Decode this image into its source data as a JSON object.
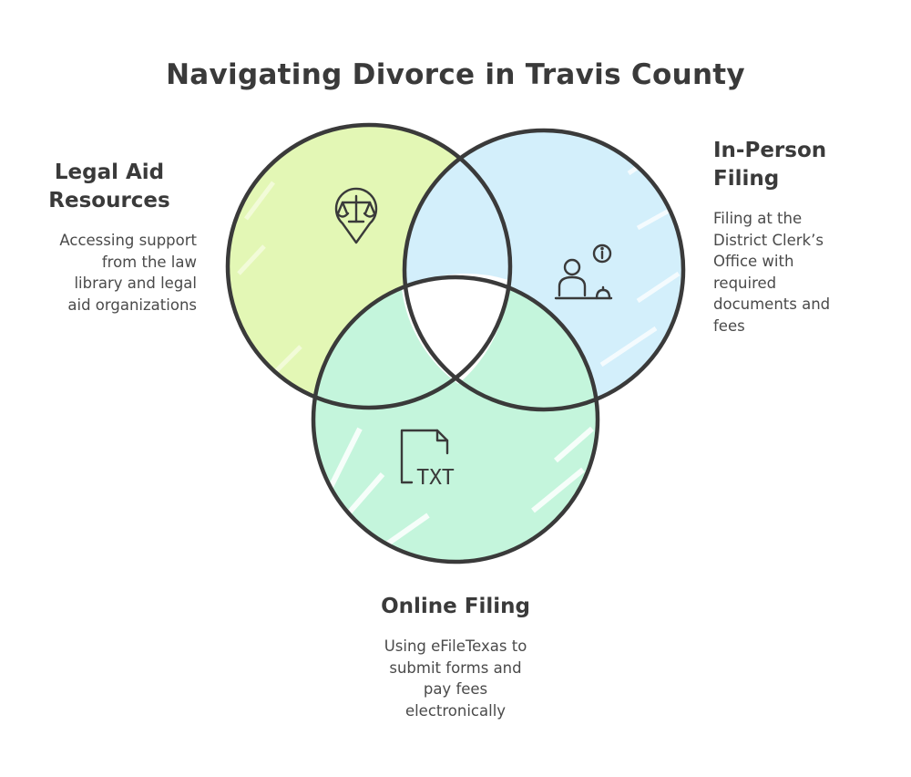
{
  "title": "Navigating Divorce in Travis County",
  "colors": {
    "legal_fill": "#e3f7b5",
    "inperson_fill": "#d3effb",
    "online_fill": "#c4f5dc",
    "outline": "#3a3a3a"
  },
  "sections": {
    "legal": {
      "heading": [
        "Legal Aid",
        "Resources"
      ],
      "description": [
        "Accessing support",
        "from the law",
        "library and legal",
        "aid organizations"
      ],
      "icon": "scales-of-justice-pin-icon"
    },
    "inperson": {
      "heading": [
        "In-Person",
        "Filing"
      ],
      "description": [
        "Filing at the",
        "District Clerk’s",
        "Office with",
        "required",
        "documents and",
        "fees"
      ],
      "icon": "clerk-desk-info-icon"
    },
    "online": {
      "heading": [
        "Online Filing"
      ],
      "description": [
        "Using eFileTexas to",
        "submit forms and",
        "pay fees",
        "electronically"
      ],
      "icon": "txt-file-icon",
      "icon_label": "TXT"
    }
  }
}
